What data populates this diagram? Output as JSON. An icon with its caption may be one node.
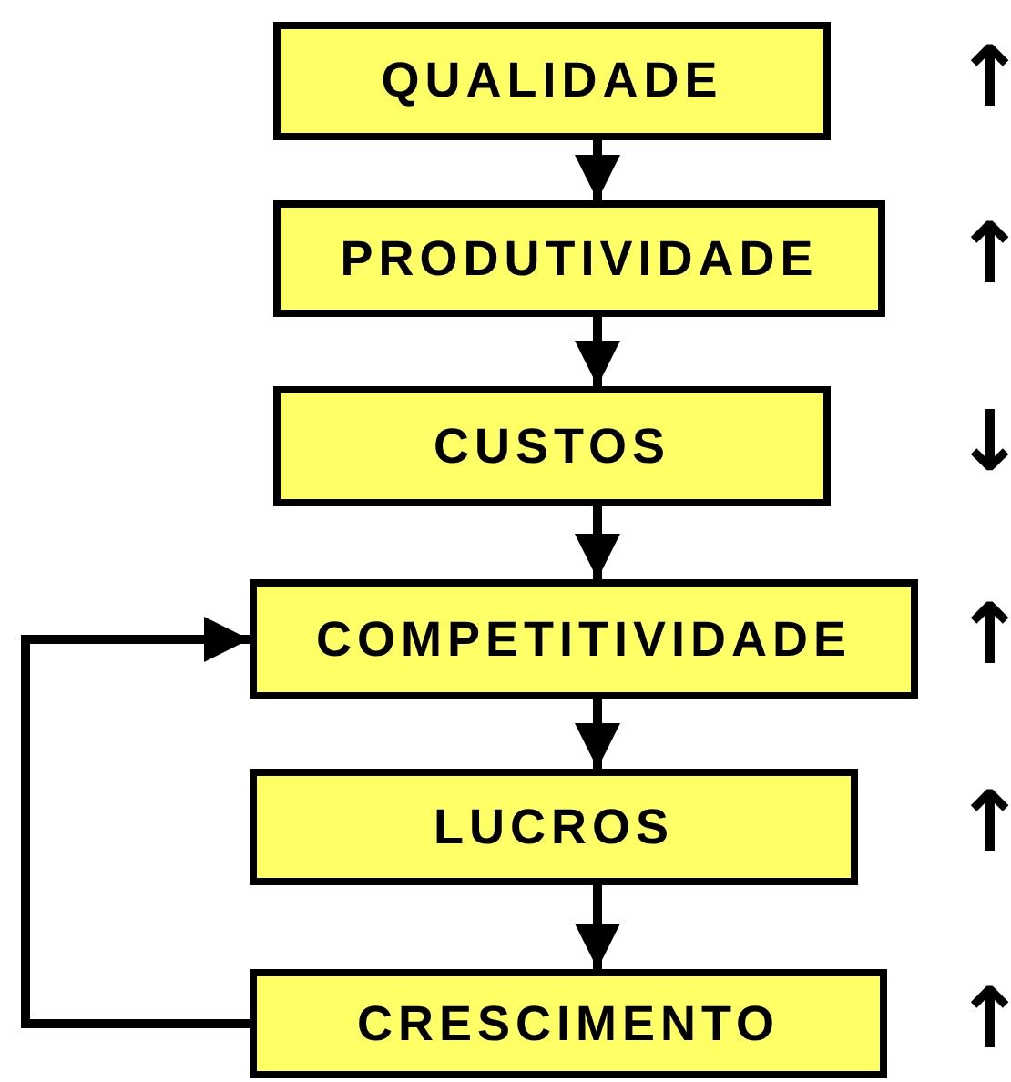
{
  "diagram": {
    "nodes": [
      {
        "text": [
          "QUALIDADE"
        ],
        "beside": [
          "↑"
        ]
      },
      {
        "text": [
          "PRODUTIVIDADE"
        ],
        "beside": [
          "↑"
        ]
      },
      {
        "text": [
          "CUSTOS"
        ],
        "beside": [
          "↓"
        ]
      },
      {
        "text": [
          "COMPETITIVIDADE"
        ],
        "beside": [
          "↑"
        ]
      },
      {
        "text": [
          "LUCROS"
        ],
        "beside": [
          "↑"
        ]
      },
      {
        "text": [
          "CRESCIMENTO"
        ],
        "beside": [
          "↑"
        ]
      }
    ],
    "edges": [
      {
        "from": 0,
        "to": 1,
        "arrow": "to"
      },
      {
        "from": 1,
        "to": 2,
        "arrow": "to"
      },
      {
        "from": 2,
        "to": 3,
        "arrow": "to"
      },
      {
        "from": 3,
        "to": 4,
        "arrow": "to"
      },
      {
        "from": 4,
        "to": 5,
        "arrow": "to"
      },
      {
        "from": 5,
        "to": 3,
        "arrow": "to"
      }
    ]
  }
}
